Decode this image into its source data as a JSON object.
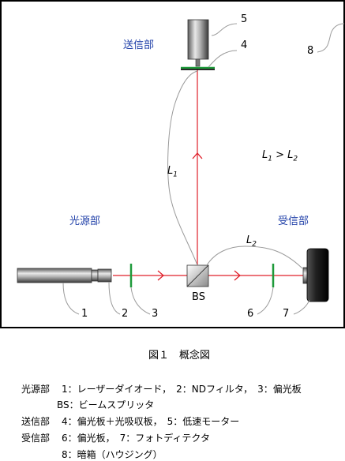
{
  "sections": {
    "transmitter": "送信部",
    "light_source": "光源部",
    "receiver": "受信部"
  },
  "labels": {
    "bs": "BS",
    "n1": "1",
    "n2": "2",
    "n3": "3",
    "n4": "4",
    "n5": "5",
    "n6": "6",
    "n7": "7",
    "n8": "8"
  },
  "path_labels": {
    "L1_main": "L",
    "L1_sub": "1",
    "L2_main": "L",
    "L2_sub": "2",
    "rel_a": "L",
    "rel_a_sub": "1",
    "rel_op": " > ",
    "rel_b": "L",
    "rel_b_sub": "2"
  },
  "caption": "図１　概念図",
  "legend": {
    "row1_head": "光源部",
    "row1_text": "1：レーザーダイオード，　2：NDフィルタ，　3：偏光板",
    "row2_text": "BS：ビームスプリッタ",
    "row3_head": "送信部",
    "row3_text": "4：偏光板＋光吸収板，　5：低速モーター",
    "row4_head": "受信部",
    "row4_text": "6：偏光板，　7：フォトディテクタ",
    "row5_text": "8：暗箱（ハウジング）"
  },
  "colors": {
    "section_label": "#1f3fa8",
    "beam": "#e0202a",
    "filter": "#1e9a3a",
    "leader": "#9a9a9a"
  }
}
